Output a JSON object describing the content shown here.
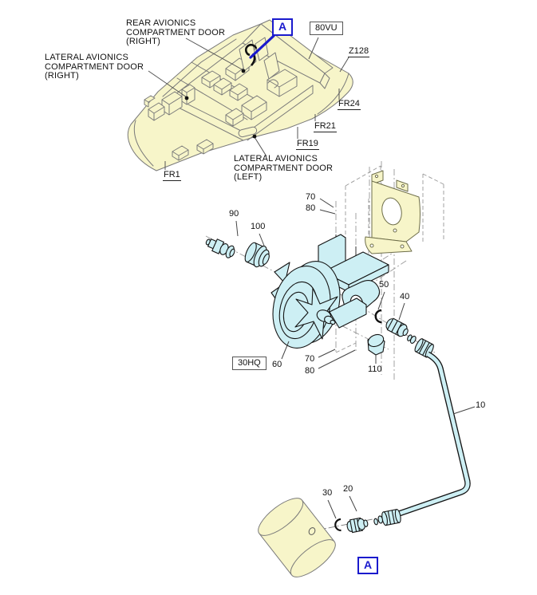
{
  "figure": {
    "type": "technical-illustration",
    "colors": {
      "cream_fill": "#F7F5C9",
      "cyan_fill": "#CDEFF4",
      "accent_blue": "#1A1ACD",
      "outline_gray": "#7A7A7A",
      "outline_black": "#151515"
    }
  },
  "aircraft": {
    "rear_door_label": "REAR AVIONICS\nCOMPARTMENT DOOR\n(RIGHT)",
    "lateral_right_label": "LATERAL AVIONICS\nCOMPARTMENT DOOR\n(RIGHT)",
    "lateral_left_label": "LATERAL AVIONICS\nCOMPARTMENT DOOR\n(LEFT)",
    "panel_code": "80VU",
    "zone_code": "Z128",
    "frame_codes": [
      "FR24",
      "FR21",
      "FR19",
      "FR1"
    ],
    "detail_ref": "A"
  },
  "assembly": {
    "equipment_code": "30HQ",
    "detail_ref": "A",
    "callouts": {
      "10": "10",
      "20": "20",
      "30": "30",
      "40": "40",
      "50": "50",
      "60": "60",
      "70": "70",
      "80": "80",
      "90": "90",
      "100": "100",
      "110": "110"
    }
  }
}
